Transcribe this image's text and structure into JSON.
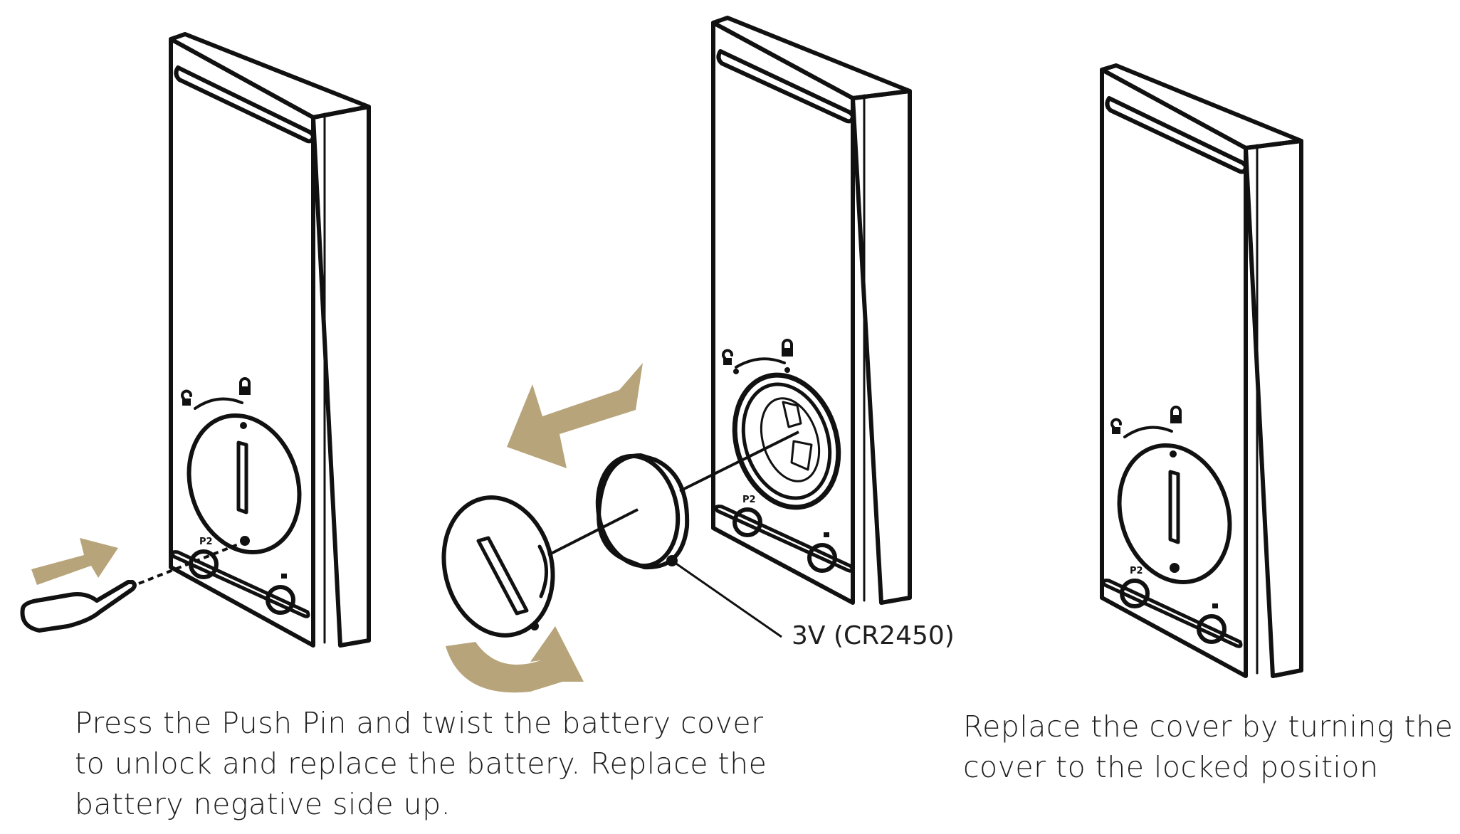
{
  "captions": {
    "left": [
      "Press the Push Pin and twist the battery cover",
      "to unlock and replace the battery. Replace the",
      "battery negative side up."
    ],
    "right": [
      "Replace the cover by turning the",
      "cover to the locked position"
    ]
  },
  "callout": {
    "battery_label": "3V (CR2450)"
  },
  "device_markings": {
    "button_label": "P2"
  },
  "colors": {
    "arrow": "#b7a47a",
    "ink": "#111111",
    "background": "#ffffff"
  },
  "icons": [
    "push-pin-icon",
    "unlock-icon",
    "lock-icon",
    "rotate-arrow-icon",
    "direction-arrow-icon"
  ]
}
